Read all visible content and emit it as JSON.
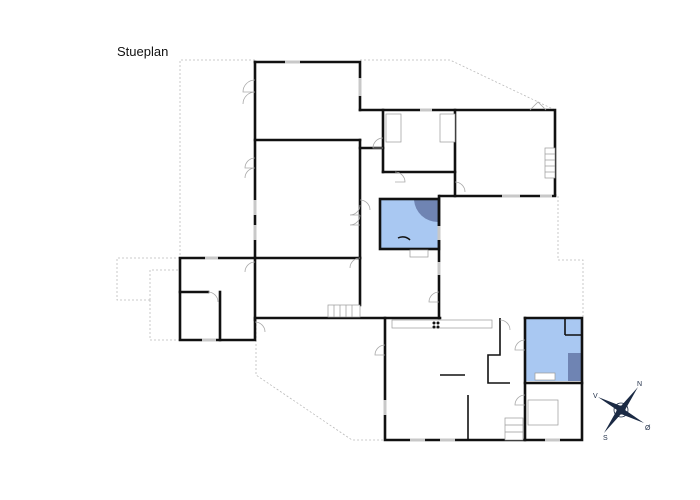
{
  "title": "Stueplan",
  "colors": {
    "wall": "#111111",
    "bathroom_fill": "#a9c8f2",
    "shower_fill": "#6f84b3",
    "compass": "#1b2a44",
    "outline": "#bbbbbb"
  },
  "compass": {
    "north": "N",
    "south": "S",
    "east": "Ø",
    "west": "V"
  },
  "rooms": [
    {
      "id": "room-top-left",
      "type": "room"
    },
    {
      "id": "room-mid-left",
      "type": "room"
    },
    {
      "id": "bedroom-1",
      "type": "bedroom",
      "beds": 1
    },
    {
      "id": "bedroom-2",
      "type": "bedroom",
      "beds": 1
    },
    {
      "id": "room-top-right",
      "type": "room",
      "has_stairs": true
    },
    {
      "id": "bathroom-1",
      "type": "bathroom"
    },
    {
      "id": "room-left-annex",
      "type": "room"
    },
    {
      "id": "room-lower-mid",
      "type": "room",
      "has_stairs": true
    },
    {
      "id": "kitchen-living",
      "type": "kitchen"
    },
    {
      "id": "bathroom-2",
      "type": "bathroom"
    },
    {
      "id": "bedroom-3",
      "type": "bedroom",
      "beds": 2
    }
  ]
}
